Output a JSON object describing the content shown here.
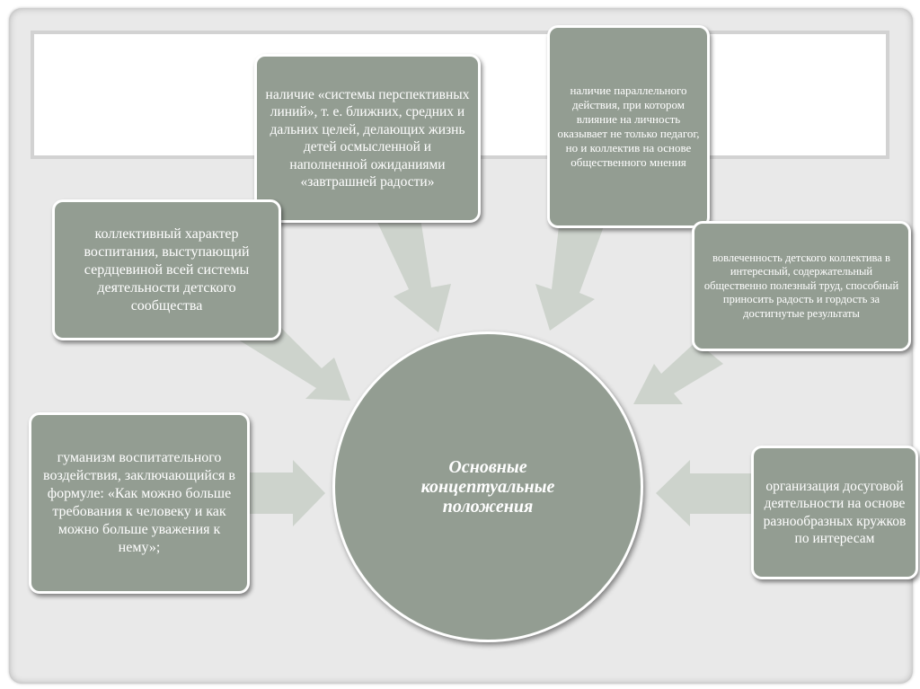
{
  "center": {
    "label": "Основные концептуальные положения"
  },
  "nodes": {
    "perspective_lines": "наличие «системы перспективных линий», т. е. ближних, средних и дальних целей, делающих жизнь детей осмысленной и наполненной ожиданиями «завтрашней радости»",
    "parallel_action": "наличие параллельного действия, при котором влияние на личность оказывает не только педагог, но и коллектив на основе общественного мнения",
    "collective_character": "коллективный характер воспитания, выступающий сердцевиной всей системы деятельности детского сообщества",
    "involvement": "вовлеченность детского коллектива в интересный, содержательный общественно полезный труд, способный приносить радость и гордость за достигнутые результаты",
    "humanism": "гуманизм воспитательного воздействия, заключающийся в формуле: «Как можно больше требования к человеку и как можно больше уважения к нему»;",
    "leisure": "организация досуговой деятельности на основе разнообразных кружков по интересам"
  },
  "colors": {
    "node_fill": "#939d92",
    "node_text": "#ffffff",
    "arrow_fill": "#cdd3cc",
    "slide_background": "#e9e9e9"
  }
}
